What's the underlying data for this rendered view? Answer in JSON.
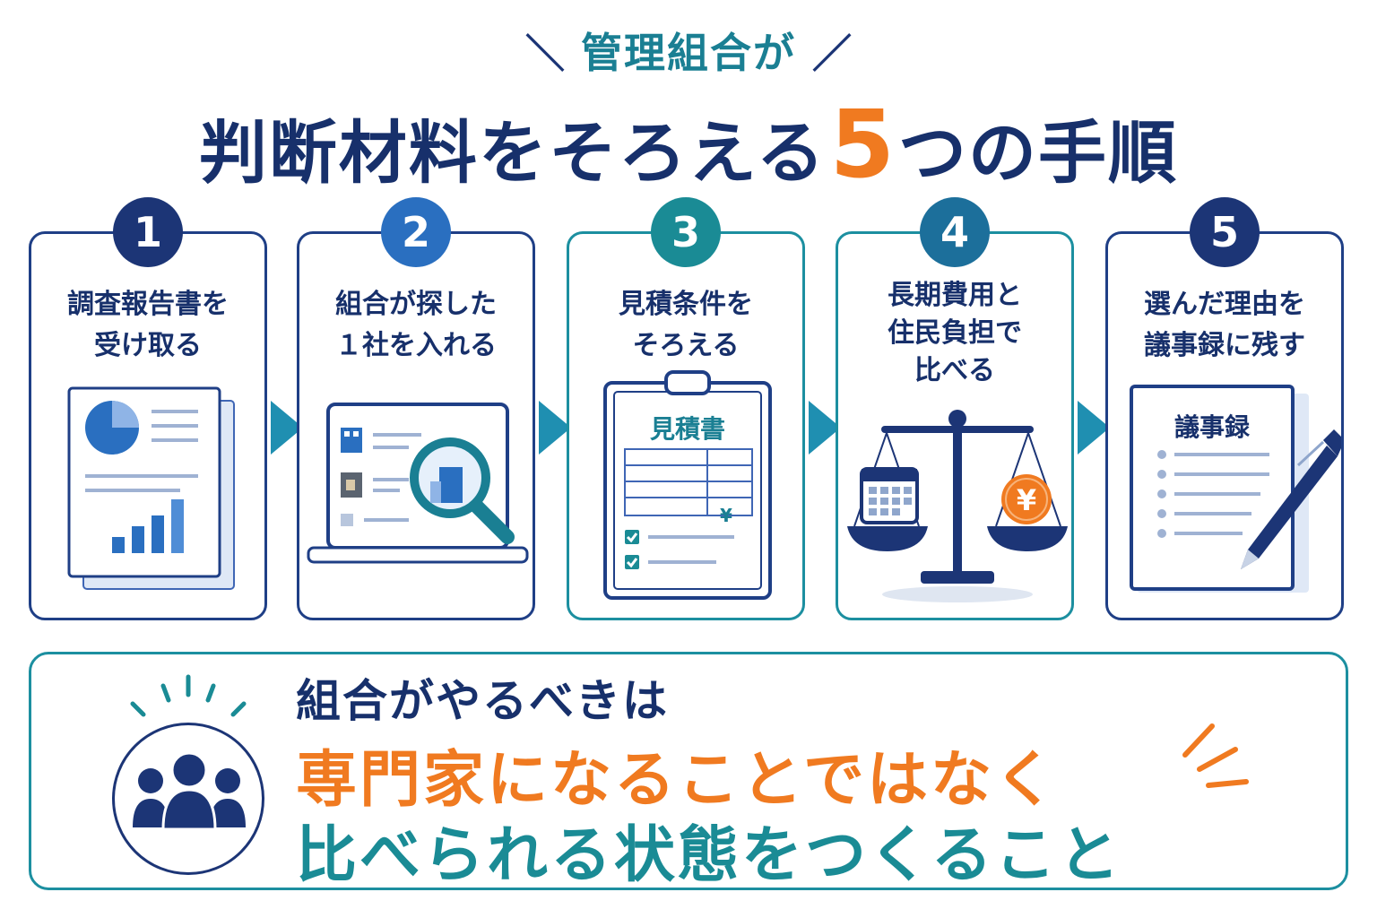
{
  "header": {
    "subtitle": "管理組合が",
    "title_before": "判断材料をそろえる",
    "title_number": "5",
    "title_after": "つの手順"
  },
  "steps": [
    {
      "number": "1",
      "label": "調査報告書を\n受け取る",
      "icon": "report-document-icon"
    },
    {
      "number": "2",
      "label": "組合が探した\n１社を入れる",
      "icon": "laptop-search-icon"
    },
    {
      "number": "3",
      "label": "見積条件を\nそろえる",
      "icon": "clipboard-estimate-icon",
      "doc_title": "見積書",
      "currency": "¥"
    },
    {
      "number": "4",
      "label": "長期費用と\n住民負担で\n比べる",
      "icon": "balance-scale-icon",
      "currency": "¥"
    },
    {
      "number": "5",
      "label": "選んだ理由を\n議事録に残す",
      "icon": "minutes-pen-icon",
      "doc_title": "議事録"
    }
  ],
  "message": {
    "line1": "組合がやるべきは",
    "line2": "専門家になることではなく",
    "line3": "比べられる状態をつくること"
  },
  "colors": {
    "navy": "#17306b",
    "teal": "#1a8b95",
    "orange": "#f07a20",
    "blue": "#2a6fc0"
  }
}
